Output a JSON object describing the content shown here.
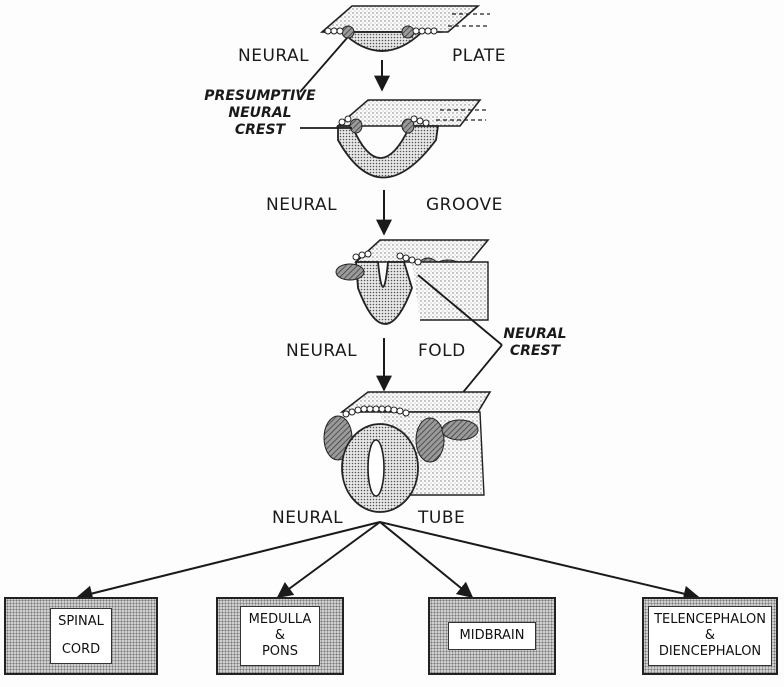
{
  "stages": {
    "plate": {
      "left": "NEURAL",
      "right": "PLATE"
    },
    "groove": {
      "left": "NEURAL",
      "right": "GROOVE"
    },
    "fold": {
      "left": "NEURAL",
      "right": "FOLD"
    },
    "tube": {
      "left": "NEURAL",
      "right": "TUBE"
    }
  },
  "annotations": {
    "presumptive": [
      "PRESUMPTIVE",
      "NEURAL",
      "CREST"
    ],
    "crest": [
      "NEURAL",
      "CREST"
    ]
  },
  "outcomes": {
    "spinal_cord": [
      "SPINAL",
      "CORD"
    ],
    "medulla_pons": [
      "MEDULLA",
      "&",
      "PONS"
    ],
    "midbrain": [
      "MIDBRAIN"
    ],
    "telencephalon": [
      "TELENCEPHALON",
      "&",
      "DIENCEPHALON"
    ]
  },
  "colors": {
    "ink": "#1a1a1a",
    "shade": "#cfcfcf",
    "paper": "#ffffff"
  }
}
